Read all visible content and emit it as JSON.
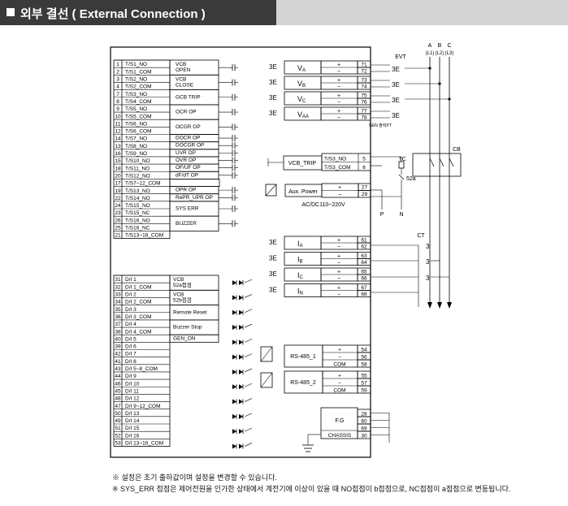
{
  "header": {
    "title": "외부 결선 ( External Connection )"
  },
  "left_terminals": [
    [
      "1",
      "T/S1_NO"
    ],
    [
      "2",
      "T/S1_COM"
    ],
    [
      "3",
      "T/S2_NO"
    ],
    [
      "4",
      "T/S2_COM"
    ],
    [
      "7",
      "T/S3_NO"
    ],
    [
      "8",
      "T/S4_COM"
    ],
    [
      "9",
      "T/S5_NO"
    ],
    [
      "10",
      "T/S5_COM"
    ],
    [
      "11",
      "T/S6_NO"
    ],
    [
      "12",
      "T/S6_COM"
    ],
    [
      "14",
      "T/S7_NO"
    ],
    [
      "13",
      "T/S8_NO"
    ],
    [
      "16",
      "T/S9_NO"
    ],
    [
      "15",
      "T/S10_NO"
    ],
    [
      "18",
      "T/S11_NO"
    ],
    [
      "20",
      "T/S12_NO"
    ],
    [
      "17",
      "T/S7~12_COM"
    ],
    [
      "19",
      "T/S13_NO"
    ],
    [
      "22",
      "T/S14_NO"
    ],
    [
      "24",
      "T/S15_NO"
    ],
    [
      "23",
      "T/S15_NC"
    ],
    [
      "26",
      "T/S16_NO"
    ],
    [
      "25",
      "T/S16_NC"
    ],
    [
      "21",
      "T/S13~16_COM"
    ]
  ],
  "relay_functions": [
    {
      "label": "VCB\nOPEN"
    },
    {
      "label": "VCB\nCLOSE"
    },
    {
      "label": "GCB TRIP"
    },
    {
      "label": "OCR OP"
    },
    {
      "label": "OCGR OP"
    },
    {
      "label": "DOCR OP"
    },
    {
      "label": "DOCGR OP"
    },
    {
      "label": "UVR OP"
    },
    {
      "label": "OVR OP"
    },
    {
      "label": "OF/UF OP"
    },
    {
      "label": "dF/dT OP"
    },
    {
      "label": "OPR OP"
    },
    {
      "label": "RePR_UPR OP"
    },
    {
      "label": "SYS ERR"
    },
    {
      "label": "BUZZER"
    }
  ],
  "di_terminals": [
    [
      "31",
      "D/I 1"
    ],
    [
      "32",
      "D/I 1_COM"
    ],
    [
      "33",
      "D/I 2"
    ],
    [
      "34",
      "D/I 2_COM"
    ],
    [
      "35",
      "D/I 3"
    ],
    [
      "36",
      "D/I 3_COM"
    ],
    [
      "37",
      "D/I 4"
    ],
    [
      "38",
      "D/I 4_COM"
    ],
    [
      "40",
      "D/I 5"
    ],
    [
      "39",
      "D/I 6"
    ],
    [
      "42",
      "D/I 7"
    ],
    [
      "41",
      "D/I 8"
    ],
    [
      "43",
      "D/I 5~8_COM"
    ],
    [
      "44",
      "D/I 9"
    ],
    [
      "46",
      "D/I 10"
    ],
    [
      "45",
      "D/I 11"
    ],
    [
      "48",
      "D/I 12"
    ],
    [
      "47",
      "D/I 9~12_COM"
    ],
    [
      "50",
      "D/I 13"
    ],
    [
      "49",
      "D/I 14"
    ],
    [
      "51",
      "D/I 15"
    ],
    [
      "52",
      "D/I 16"
    ],
    [
      "53",
      "D/I 13~16_COM"
    ]
  ],
  "di_functions": [
    {
      "label": "VCB\n52a접점"
    },
    {
      "label": "VCB\n52b접점"
    },
    {
      "label": "Remote Reset"
    },
    {
      "label": "Buzzer Stop"
    },
    {
      "label": "GEN_ON"
    }
  ],
  "voltage_inputs": [
    {
      "name": "VA",
      "main": "V",
      "sub": "A",
      "terms": [
        "71",
        "72"
      ]
    },
    {
      "name": "VB",
      "main": "V",
      "sub": "B",
      "terms": [
        "73",
        "74"
      ]
    },
    {
      "name": "VC",
      "main": "V",
      "sub": "C",
      "terms": [
        "75",
        "76"
      ]
    },
    {
      "name": "VAA",
      "main": "V",
      "sub": "AA",
      "terms": [
        "77",
        "78"
      ]
    }
  ],
  "current_inputs": [
    {
      "name": "IA",
      "main": "I",
      "sub": "A",
      "terms": [
        "61",
        "62"
      ]
    },
    {
      "name": "IB",
      "main": "I",
      "sub": "B",
      "terms": [
        "63",
        "64"
      ]
    },
    {
      "name": "IC",
      "main": "I",
      "sub": "C",
      "terms": [
        "65",
        "66"
      ]
    },
    {
      "name": "IN",
      "main": "I",
      "sub": "N",
      "terms": [
        "67",
        "68"
      ]
    }
  ],
  "vcb_trip": {
    "label": "VCB_TRIP",
    "rows": [
      [
        "T/S3_NO",
        "5"
      ],
      [
        "T/S3_COM",
        "6"
      ]
    ]
  },
  "aux_power": {
    "label": "Aux. Power",
    "terms": [
      "27",
      "29"
    ],
    "rating": "AC/DC110~220V"
  },
  "rs485": [
    {
      "label": "RS-485_1",
      "rows": [
        [
          "+",
          "54"
        ],
        [
          "−",
          "56"
        ],
        [
          "COM",
          "58"
        ]
      ]
    },
    {
      "label": "RS-485_2",
      "rows": [
        [
          "+",
          "55"
        ],
        [
          "−",
          "57"
        ],
        [
          "COM",
          "59"
        ]
      ]
    }
  ],
  "fg": {
    "label": "F.G",
    "chassis": "CHASSIS",
    "terms": [
      "28",
      "60",
      "69",
      "30"
    ]
  },
  "phases": [
    {
      "name": "A",
      "sub": "(L1)"
    },
    {
      "name": "B",
      "sub": "(L2)"
    },
    {
      "name": "C",
      "sub": "(L3)"
    }
  ],
  "labels": {
    "evt": "EVT",
    "gen_pt": "GEN 출력PT",
    "cb": "CB",
    "tc": "TC",
    "ct": "CT",
    "b52a": "52a",
    "p": "P",
    "n": "N",
    "plus": "+",
    "minus": "−"
  },
  "notes": [
    "※ 설정은 초기 출하값이며 설정을 변경할 수 있습니다.",
    "※ SYS_ERR 접점은 제어전원을 인가한 상태에서 계전기에 이상이 있을 때 NO접점이 b접점으로, NC접점이 a접점으로 변동됩니다."
  ]
}
